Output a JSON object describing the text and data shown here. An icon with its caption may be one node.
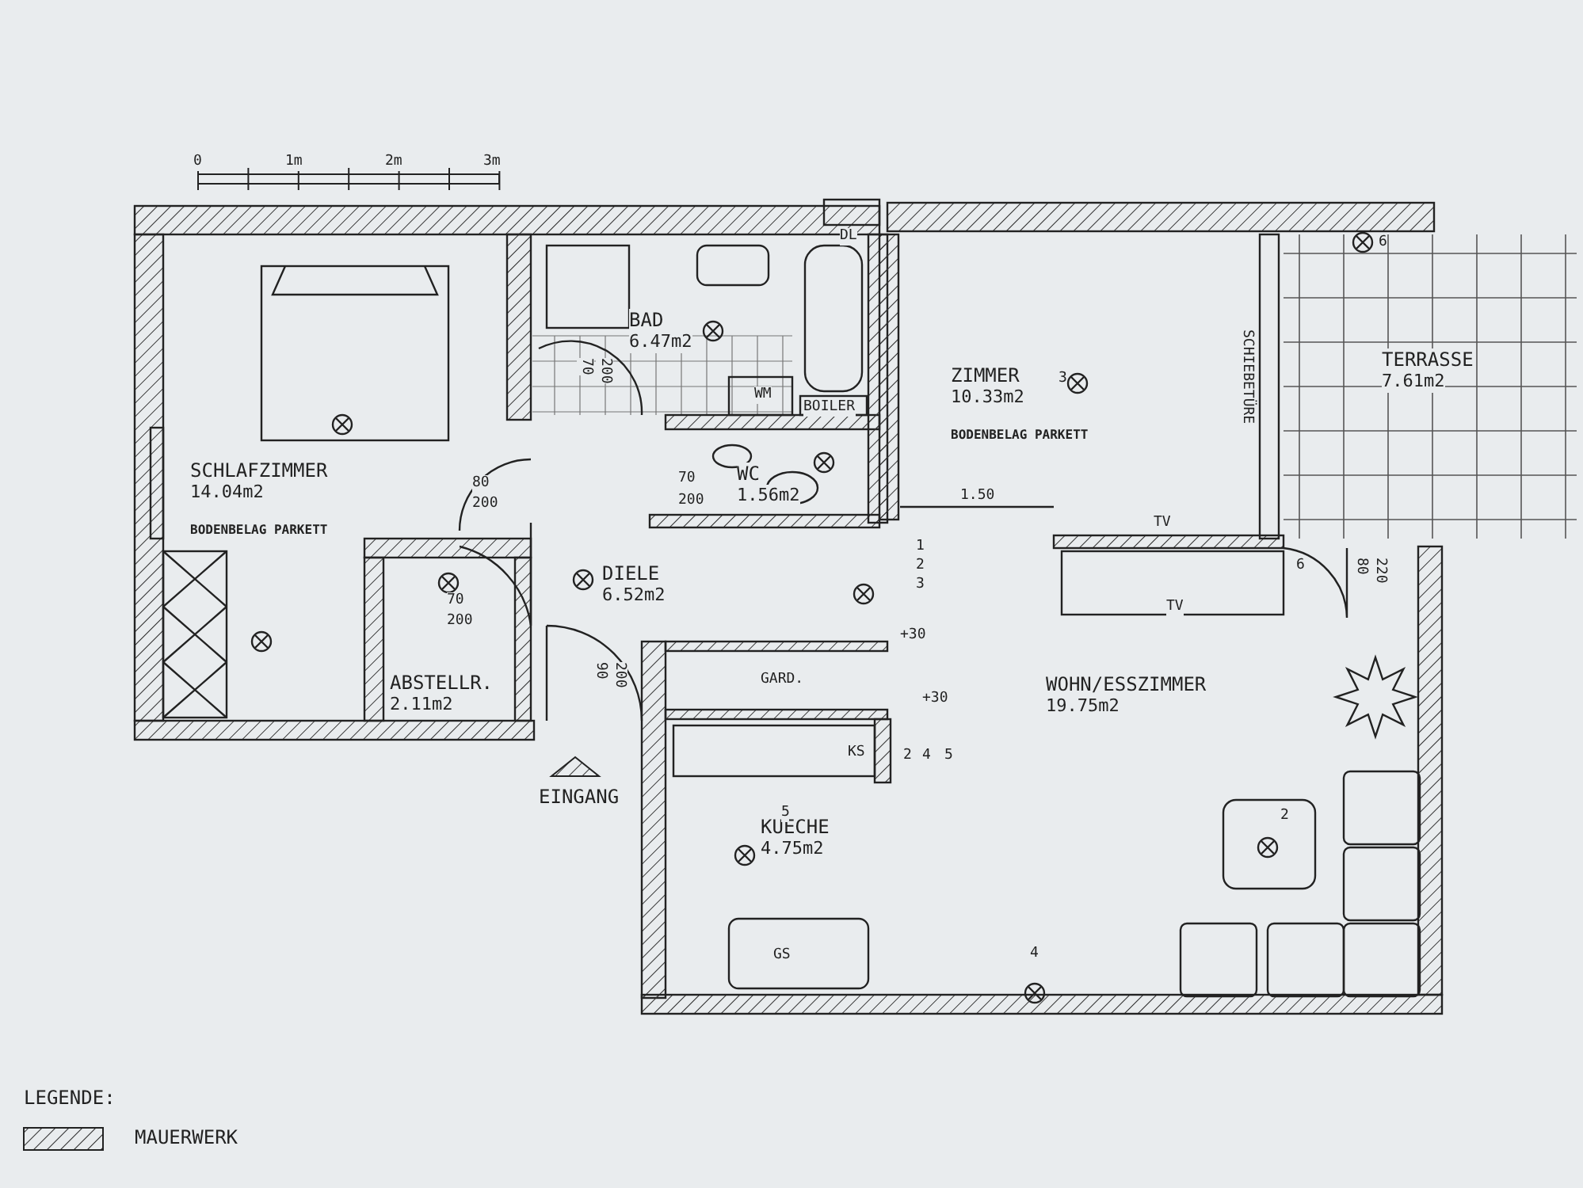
{
  "diagram": {
    "nodes": [
      {
        "text": [
          "SCHLAFZIMMER",
          "14.04m2",
          "BODENBELAG PARKETT"
        ]
      },
      {
        "text": [
          "BAD",
          "6.47m2"
        ]
      },
      {
        "text": [
          "WC",
          "1.56m2"
        ]
      },
      {
        "text": [
          "DIELE",
          "6.52m2"
        ]
      },
      {
        "text": [
          "ABSTELLR.",
          "2.11m2"
        ]
      },
      {
        "text": [
          "ZIMMER",
          "10.33m2",
          "BODENBELAG PARKETT"
        ]
      },
      {
        "text": [
          "TERRASSE",
          "7.61m2"
        ]
      },
      {
        "text": [
          "WOHN/ESSZIMMER",
          "19.75m2"
        ]
      },
      {
        "text": [
          "KUECHE",
          "4.75m2"
        ]
      }
    ],
    "edges": [],
    "labels": [
      "0",
      "1m",
      "2m",
      "3m",
      "DL",
      "80",
      "200",
      "70",
      "200",
      "70",
      "200",
      "70",
      "200",
      "90",
      "200",
      "1.50",
      "TV",
      "TV",
      "SCHIEBETÜRE",
      "80",
      "220",
      "WM",
      "BOILER",
      "GARD.",
      "KS",
      "GS",
      "EINGANG",
      "1",
      "2",
      "3",
      "+30",
      "+30",
      "2",
      "4",
      "5",
      "5",
      "6",
      "6",
      "4",
      "2",
      "3",
      "LEGENDE:"
    ],
    "legend": [
      {
        "text": "MAUERWERK"
      }
    ]
  }
}
